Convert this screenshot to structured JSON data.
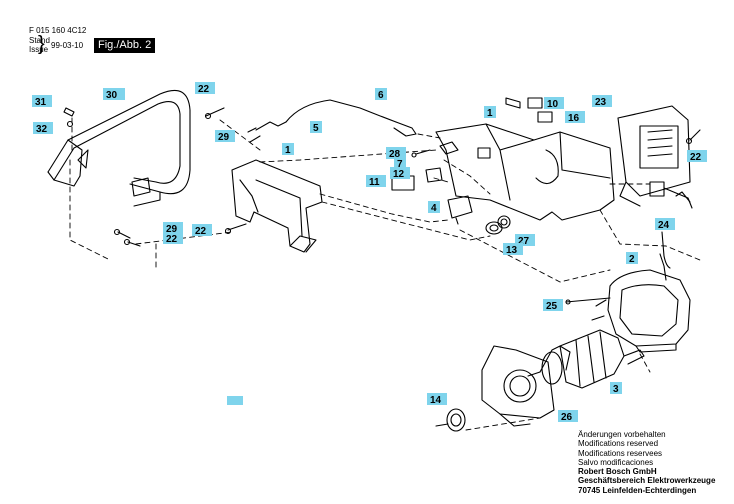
{
  "header": {
    "doc_number": "F 015 160 4C12",
    "stand_label": "Stand",
    "issue_label": "Issue",
    "date": "99-03-10",
    "figure_label": "Fig./Abb. 2"
  },
  "footer": {
    "line1": "Änderungen vorbehalten",
    "line2": "Modifications reserved",
    "line3": "Modifications reservees",
    "line4": "Salvo modificaciones",
    "company": "Robert Bosch GmbH",
    "division": "Geschäftsbereich Elektrowerkzeuge",
    "address": "70745 Leinfelden-Echterdingen"
  },
  "colors": {
    "label_bg": "#7fd4ec",
    "line": "#000000"
  },
  "callouts": {
    "c31": "31",
    "c30": "30",
    "c22a": "22",
    "c32": "32",
    "c29a": "29",
    "c6": "6",
    "c5": "5",
    "c1a": "1",
    "c10": "10",
    "c16": "16",
    "c23": "23",
    "c28": "28",
    "c7": "7",
    "c12": "12",
    "c11": "11",
    "c1b": "1",
    "c22b": "22",
    "c4": "4",
    "c27": "27",
    "c13": "13",
    "c29b": "29",
    "c22c": "22",
    "c22d": "22",
    "c24": "24",
    "c2": "2",
    "c25": "25",
    "c3": "3",
    "c14": "14",
    "c26": "26"
  }
}
